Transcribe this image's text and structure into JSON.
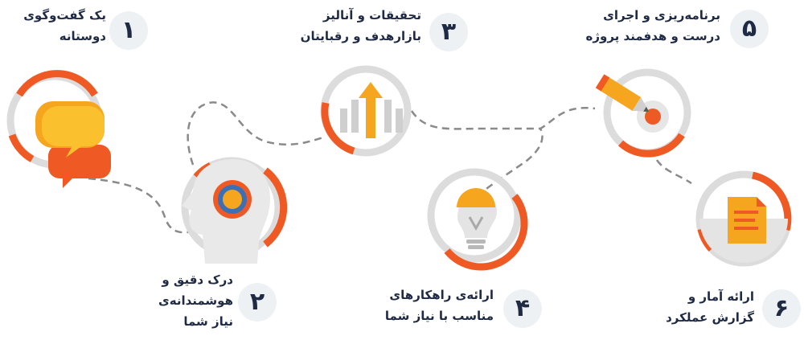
{
  "colors": {
    "orange": "#ef5a24",
    "amber": "#f6a51e",
    "yellow": "#fbc02d",
    "gray": "#dcdcdc",
    "dark": "#1f2a44",
    "badge_bg": "#eef1f4"
  },
  "steps": [
    {
      "num": "۱",
      "lines": [
        "یک گفت‌وگوی",
        "دوستانه"
      ],
      "icon": "speech-bubble-icon"
    },
    {
      "num": "۲",
      "lines": [
        "درک دقیق و",
        "هوشمندانه‌ی",
        "نیاز شما"
      ],
      "icon": "head-target-icon"
    },
    {
      "num": "۳",
      "lines": [
        "تحقیقات و آنالیز",
        "بازارهدف و رقبایتان"
      ],
      "icon": "bar-chart-arrow-icon"
    },
    {
      "num": "۴",
      "lines": [
        "ارائه‌ی راهکارهای",
        "مناسب با نیاز شما"
      ],
      "icon": "light-bulb-icon"
    },
    {
      "num": "۵",
      "lines": [
        "برنامه‌ریزی و اجرای",
        "درست و هدفمند پروژه"
      ],
      "icon": "pencil-target-icon"
    },
    {
      "num": "۶",
      "lines": [
        "ارائه آمار و",
        "گزارش عملکرد"
      ],
      "icon": "report-document-icon"
    }
  ]
}
